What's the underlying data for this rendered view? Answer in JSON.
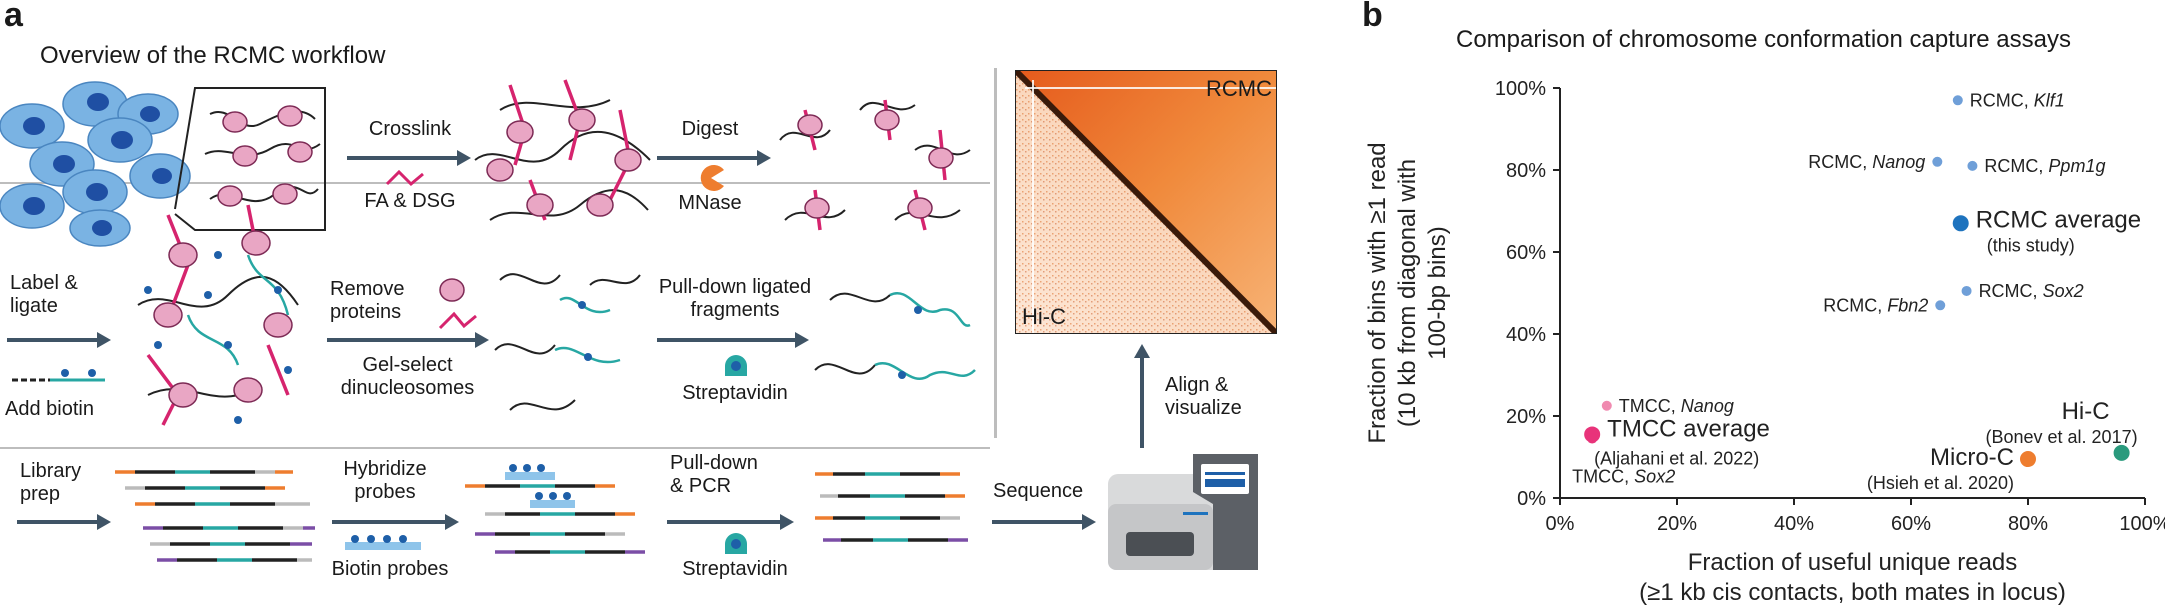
{
  "panel_a": {
    "letter": "a",
    "title": "Overview of the RCMC workflow",
    "steps": {
      "crosslink": "Crosslink",
      "crosslink_agent": "FA & DSG",
      "digest": "Digest",
      "digest_agent": "MNase",
      "label_ligate": "Label &\nligate",
      "add_biotin": "Add biotin",
      "remove_proteins": "Remove\nproteins",
      "gel_select": "Gel-select\ndinucleosomes",
      "pulldown_ligated": "Pull-down ligated\nfragments",
      "streptavidin_1": "Streptavidin",
      "library_prep": "Library\nprep",
      "hybridize": "Hybridize\nprobes",
      "biotin_probes": "Biotin probes",
      "pulldown_pcr": "Pull-down\n& PCR",
      "streptavidin_2": "Streptavidin",
      "sequence": "Sequence",
      "align": "Align &\nvisualize"
    },
    "map": {
      "upper_label": "RCMC",
      "lower_label": "Hi-C"
    }
  },
  "panel_b": {
    "letter": "b",
    "title": "Comparison of chromosome conformation capture assays"
  },
  "chart_data": {
    "type": "scatter",
    "title": "Comparison of chromosome conformation capture assays",
    "xlabel": "Fraction of useful unique reads\n(≥1 kb cis contacts, both mates in locus)",
    "ylabel": "Fraction of bins with ≥1 read\n(10 kb from diagonal with\n100-bp bins)",
    "xlim": [
      0,
      100
    ],
    "ylim": [
      0,
      100
    ],
    "xticks": [
      "0%",
      "20%",
      "40%",
      "60%",
      "80%",
      "100%"
    ],
    "yticks": [
      "0%",
      "20%",
      "40%",
      "60%",
      "80%",
      "100%"
    ],
    "grid": false,
    "points": [
      {
        "x": 68,
        "y": 97,
        "label": "RCMC, Klf1",
        "color": "#6f9fd8",
        "size": "small"
      },
      {
        "x": 64.5,
        "y": 82,
        "label": "RCMC, Nanog",
        "color": "#6f9fd8",
        "size": "small"
      },
      {
        "x": 70.5,
        "y": 81,
        "label": "RCMC, Ppm1g",
        "color": "#6f9fd8",
        "size": "small"
      },
      {
        "x": 68.5,
        "y": 67,
        "label": "RCMC average",
        "sublabel": "(this study)",
        "color": "#1e73be",
        "size": "large"
      },
      {
        "x": 65,
        "y": 47,
        "label": "RCMC, Fbn2",
        "color": "#6f9fd8",
        "size": "small"
      },
      {
        "x": 69.5,
        "y": 50.5,
        "label": "RCMC, Sox2",
        "color": "#6f9fd8",
        "size": "small"
      },
      {
        "x": 8,
        "y": 22.5,
        "label": "TMCC, Nanog",
        "color": "#f08ab0",
        "size": "small"
      },
      {
        "x": 5.5,
        "y": 15.5,
        "label": "TMCC average",
        "sublabel": "(Aljahani et al. 2022)",
        "color": "#e8337a",
        "size": "large"
      },
      {
        "x": 5.5,
        "y": 14.5,
        "label": "TMCC, Sox2",
        "color": "#e8337a",
        "size": "small"
      },
      {
        "x": 80,
        "y": 9.5,
        "label": "Micro-C",
        "sublabel": "(Hsieh et al. 2020)",
        "color": "#ee7d2f",
        "size": "large"
      },
      {
        "x": 96,
        "y": 11,
        "label": "Hi-C",
        "sublabel": "(Bonev et al. 2017)",
        "color": "#2a9a7d",
        "size": "large"
      }
    ]
  }
}
